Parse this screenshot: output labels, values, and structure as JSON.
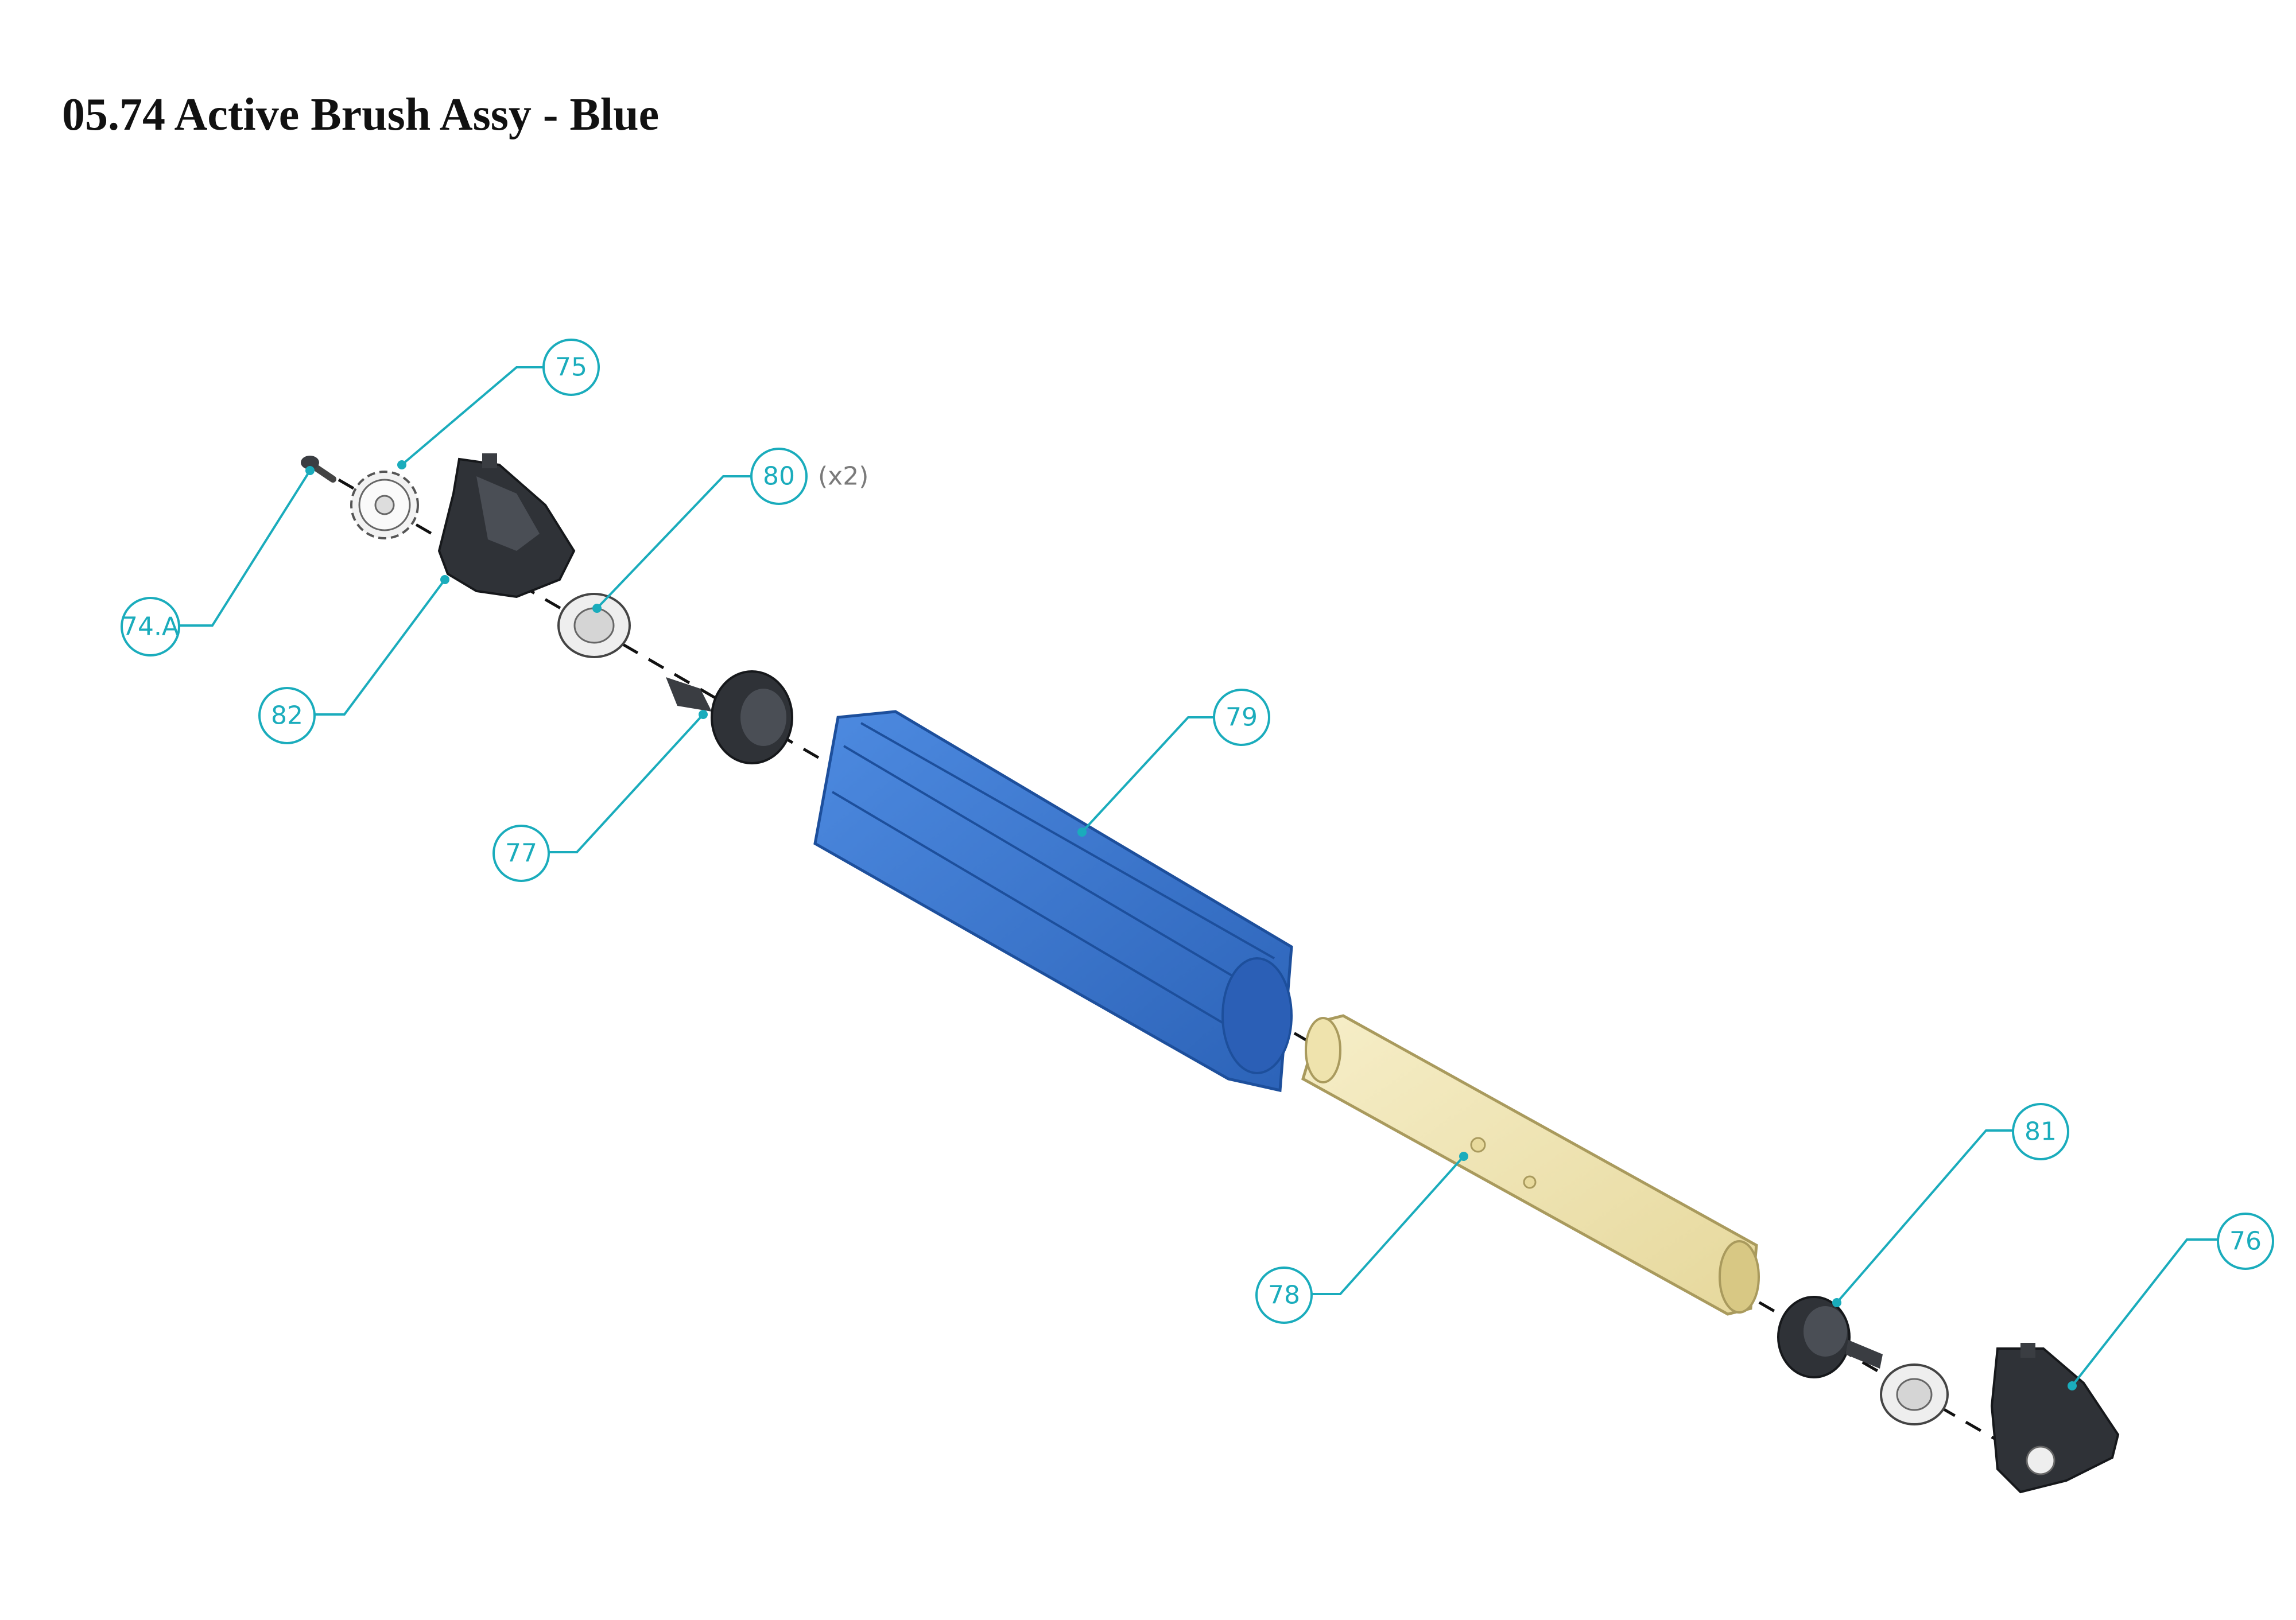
{
  "title": "05.74 Active Brush Assy - Blue",
  "colors": {
    "callout": "#1aacbc",
    "part_dark": "#2f3237",
    "brush": "#3b78d0",
    "tube": "#f1e6b4",
    "hardware_light": "#eeeeee"
  },
  "callouts": [
    {
      "id": "75",
      "label": "75",
      "qty": ""
    },
    {
      "id": "80",
      "label": "80",
      "qty": "(x2)"
    },
    {
      "id": "74a",
      "label": "74.A",
      "qty": ""
    },
    {
      "id": "82",
      "label": "82",
      "qty": ""
    },
    {
      "id": "79",
      "label": "79",
      "qty": ""
    },
    {
      "id": "77",
      "label": "77",
      "qty": ""
    },
    {
      "id": "81",
      "label": "81",
      "qty": ""
    },
    {
      "id": "76",
      "label": "76",
      "qty": ""
    },
    {
      "id": "78",
      "label": "78",
      "qty": ""
    }
  ]
}
